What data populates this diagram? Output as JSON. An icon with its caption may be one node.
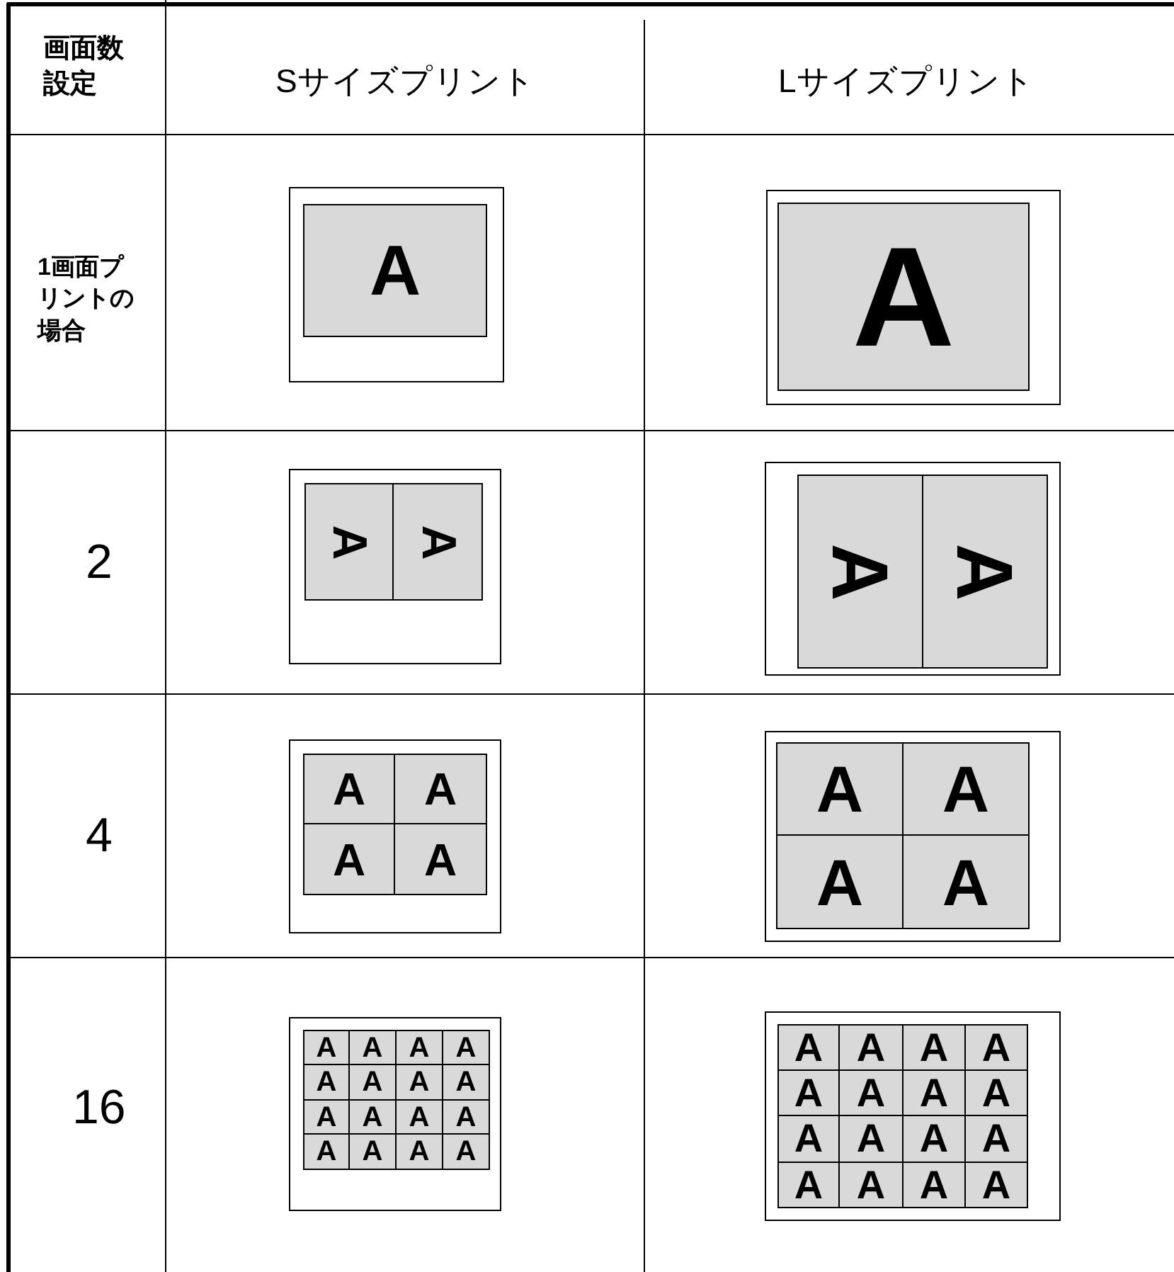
{
  "diagram": {
    "nodes": [
      {
        "text": [],
        "shape": "box"
      },
      {
        "text": [
          "A"
        ],
        "in": 0
      },
      {
        "text": [],
        "shape": "box"
      },
      {
        "text": [
          "A"
        ],
        "in": 2
      },
      {
        "text": [],
        "shape": "box"
      },
      {
        "text": [
          "A"
        ],
        "in": 4
      },
      {
        "text": [
          "A"
        ],
        "in": 4
      },
      {
        "text": [],
        "shape": "box"
      },
      {
        "text": [
          "A"
        ],
        "in": 7
      },
      {
        "text": [
          "A"
        ],
        "in": 7
      },
      {
        "text": [],
        "shape": "box"
      },
      {
        "text": [
          "A"
        ],
        "in": 10
      },
      {
        "text": [
          "A"
        ],
        "in": 10
      },
      {
        "text": [
          "A"
        ],
        "in": 10
      },
      {
        "text": [
          "A"
        ],
        "in": 10
      },
      {
        "text": [],
        "shape": "box"
      },
      {
        "text": [
          "A"
        ],
        "in": 15
      },
      {
        "text": [
          "A"
        ],
        "in": 15
      },
      {
        "text": [
          "A"
        ],
        "in": 15
      },
      {
        "text": [
          "A"
        ],
        "in": 15
      },
      {
        "text": [],
        "shape": "box"
      },
      {
        "text": [
          "A"
        ],
        "in": 20
      },
      {
        "text": [
          "A"
        ],
        "in": 20
      },
      {
        "text": [
          "A"
        ],
        "in": 20
      },
      {
        "text": [
          "A"
        ],
        "in": 20
      },
      {
        "text": [
          "A"
        ],
        "in": 20
      },
      {
        "text": [
          "A"
        ],
        "in": 20
      },
      {
        "text": [
          "A"
        ],
        "in": 20
      },
      {
        "text": [
          "A"
        ],
        "in": 20
      },
      {
        "text": [
          "A"
        ],
        "in": 20
      },
      {
        "text": [
          "A"
        ],
        "in": 20
      },
      {
        "text": [
          "A"
        ],
        "in": 20
      },
      {
        "text": [
          "A"
        ],
        "in": 20
      },
      {
        "text": [
          "A"
        ],
        "in": 20
      },
      {
        "text": [
          "A"
        ],
        "in": 20
      },
      {
        "text": [
          "A"
        ],
        "in": 20
      },
      {
        "text": [
          "A"
        ],
        "in": 20
      },
      {
        "text": [],
        "shape": "box"
      },
      {
        "text": [
          "A"
        ],
        "in": 37
      },
      {
        "text": [
          "A"
        ],
        "in": 37
      },
      {
        "text": [
          "A"
        ],
        "in": 37
      },
      {
        "text": [
          "A"
        ],
        "in": 37
      },
      {
        "text": [
          "A"
        ],
        "in": 37
      },
      {
        "text": [
          "A"
        ],
        "in": 37
      },
      {
        "text": [
          "A"
        ],
        "in": 37
      },
      {
        "text": [
          "A"
        ],
        "in": 37
      },
      {
        "text": [
          "A"
        ],
        "in": 37
      },
      {
        "text": [
          "A"
        ],
        "in": 37
      },
      {
        "text": [
          "A"
        ],
        "in": 37
      },
      {
        "text": [
          "A"
        ],
        "in": 37
      },
      {
        "text": [
          "A"
        ],
        "in": 37
      },
      {
        "text": [
          "A"
        ],
        "in": 37
      },
      {
        "text": [
          "A"
        ],
        "in": 37
      },
      {
        "text": [
          "A"
        ],
        "in": 37
      }
    ],
    "labels": [
      "画面数設定",
      "Sサイズプリント",
      "Lサイズプリント",
      "1画面プリントの場合",
      "2",
      "4",
      "16"
    ]
  }
}
